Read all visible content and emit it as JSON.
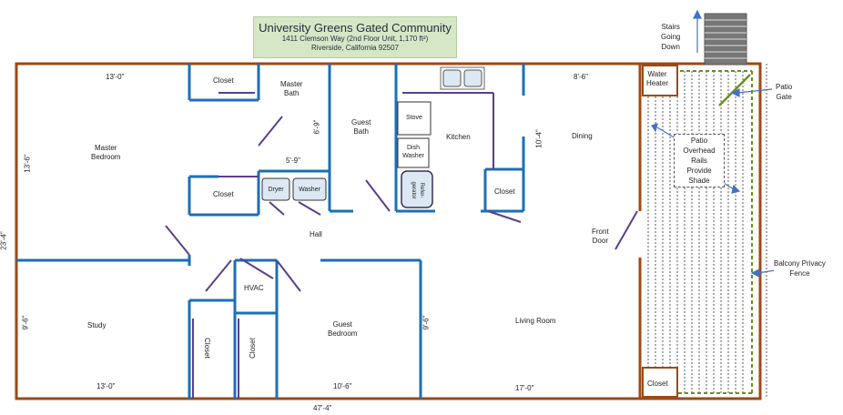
{
  "title": {
    "main": "University Greens Gated Community",
    "address": "1411 Clemson Way (2nd Floor Unit, 1,170 ft²)",
    "city": "Riverside, California  92507"
  },
  "rooms": {
    "master_bedroom": "Master\nBedroom",
    "master_bath": "Master\nBath",
    "closet_top": "Closet",
    "closet_mid": "Closet",
    "guest_bath": "Guest\nBath",
    "kitchen": "Kitchen",
    "dining": "Dining",
    "closet_kitchen": "Closet",
    "hall": "Hall",
    "hvac": "HVAC",
    "study": "Study",
    "closet_study": "Closet",
    "closet_hvac": "Closet",
    "guest_bedroom": "Guest\nBedroom",
    "living_room": "Living Room",
    "front_door": "Front\nDoor",
    "water_heater": "Water\nHeater",
    "closet_patio": "Closet"
  },
  "appliances": {
    "stove": "Stove",
    "dishwasher": "Dish\nWasher",
    "refrigerator": "Refer-\ngerator",
    "dryer": "Dryer",
    "washer": "Washer"
  },
  "dimensions": {
    "master_width": "13'-0\"",
    "master_height": "13'-6\"",
    "bath_height": "6'-9\"",
    "laundry_width": "5'-9\"",
    "dining_width": "8'-6\"",
    "kitchen_depth": "10'-4\"",
    "total_height": "23'-4\"",
    "study_height": "9'-6\"",
    "study_width": "13'-0\"",
    "guest_width": "10'-6\"",
    "living_height": "9'-6\"",
    "living_width": "17'-0\"",
    "total_width": "47'-4\""
  },
  "notes": {
    "stairs": "Stairs\nGoing\nDown",
    "patio_gate": "Patio\nGate",
    "patio_rails": "Patio\nOverhead\nRails\nProvide\nShade",
    "balcony_fence": "Balcony Privacy\nFence"
  },
  "colors": {
    "outer_wall": "#9b4a17",
    "inner_wall": "#1b6fb8",
    "door": "#5b3f8a",
    "title_bg": "#d6e7c6",
    "fence": "#6b8e23"
  }
}
